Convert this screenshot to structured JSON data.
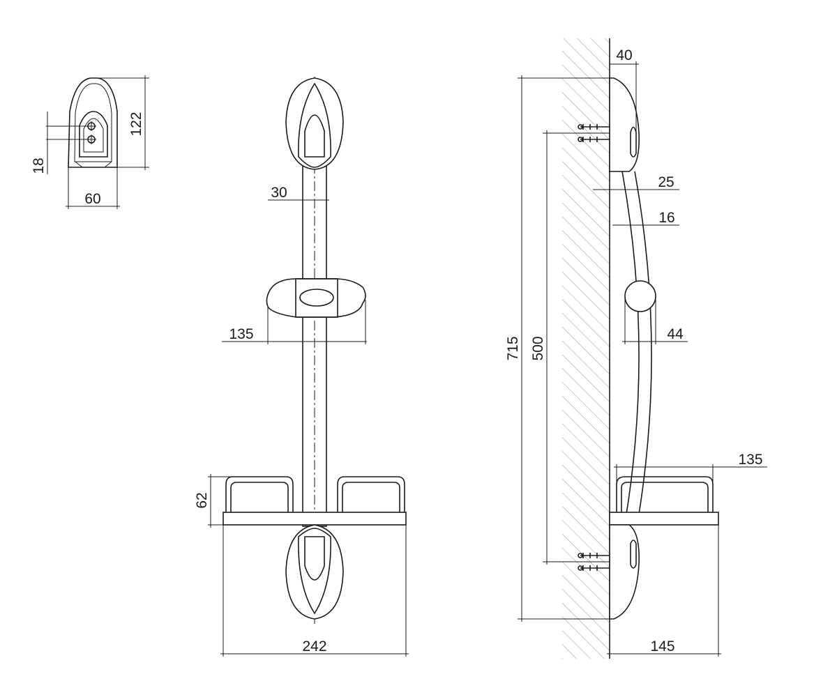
{
  "dimensions": {
    "bracket_width": "60",
    "bracket_height": "122",
    "hole_spacing": "18",
    "rail_diameter": "30",
    "slider_width": "135",
    "tray_height": "62",
    "total_width": "242",
    "wall_offset": "40",
    "rail_offset": "25",
    "rail_gap": "16",
    "slider_depth": "44",
    "total_height": "715",
    "fixing_distance": "500",
    "tray_depth_top": "135",
    "tray_depth_bottom": "145"
  }
}
